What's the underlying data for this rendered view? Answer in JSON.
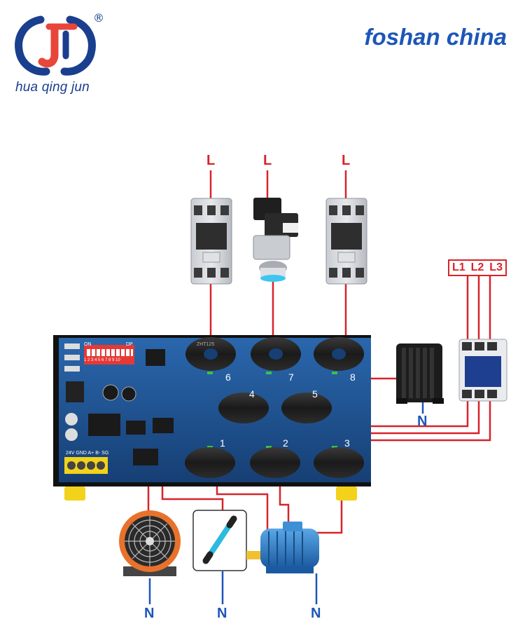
{
  "brand": {
    "name": "hua qing jun",
    "registered_mark": "®"
  },
  "header": {
    "location": "foshan china"
  },
  "supply_labels": {
    "top_left": "L",
    "top_middle": "L",
    "top_right": "L",
    "three_phase": [
      "L1",
      "L2",
      "L3"
    ]
  },
  "neutral_labels": {
    "heater": "N",
    "fan": "N",
    "uv_lamp": "N",
    "motor": "N"
  },
  "board": {
    "dip_switch": {
      "on_label": "ON",
      "dp_label": "DP",
      "numbers": "1 2 3 4 5 6 7 8 9 10"
    },
    "terminal_labels": "24V GND A+ B- SG",
    "channels": [
      "1",
      "2",
      "3",
      "4",
      "5",
      "6",
      "7",
      "8"
    ],
    "coil_marking": "ZHT125"
  },
  "colors": {
    "wire_red": "#d8232a",
    "board_blue": "#1c4e8c",
    "brand_blue": "#1d56b8"
  }
}
